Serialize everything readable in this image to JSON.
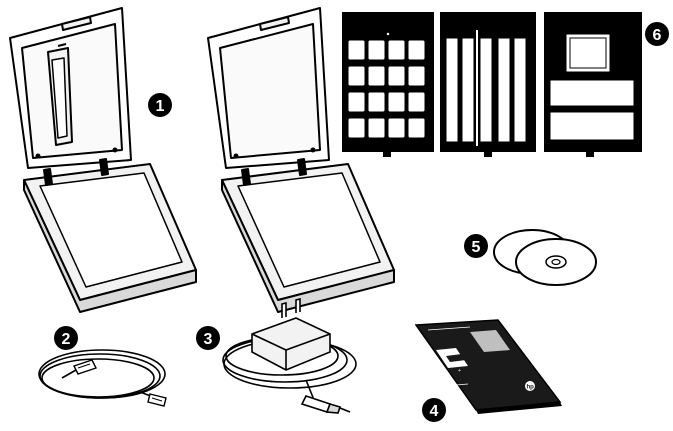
{
  "callouts": {
    "scanner": "1",
    "usb_cable": "2",
    "power_adapter": "3",
    "user_manual": "4",
    "cds": "5",
    "film_holders": "6"
  },
  "colors": {
    "line": "#000000",
    "fill_light": "#f2f2f2",
    "fill_mid": "#d9d9d9",
    "booklet": "#1a1a1a",
    "background": "#ffffff"
  },
  "icons": [
    "hp-logo-icon"
  ]
}
